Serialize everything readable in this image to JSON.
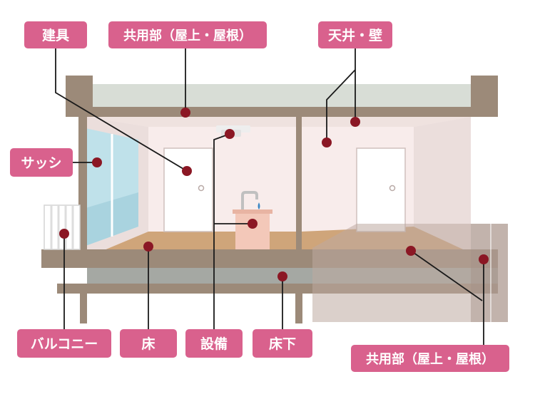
{
  "labels": {
    "fixtures": "建具",
    "common_top": "共用部（屋上・屋根）",
    "ceiling_wall": "天井・壁",
    "sash": "サッシ",
    "balcony": "バルコニー",
    "floor": "床",
    "equipment": "設備",
    "underfloor": "床下",
    "common_bottom": "共用部（屋上・屋根）"
  },
  "colors": {
    "label_bg": "#d9618d",
    "dot": "#8b1724",
    "line": "#1a1a1a",
    "structure": "#9c8a79",
    "roof": "#d8ddd6",
    "wall": "#f8eceb",
    "floor": "#cfa57a",
    "window": "#bfe1ea",
    "underfloor": "#a5a8a3",
    "overlay": "#bda9a0"
  }
}
